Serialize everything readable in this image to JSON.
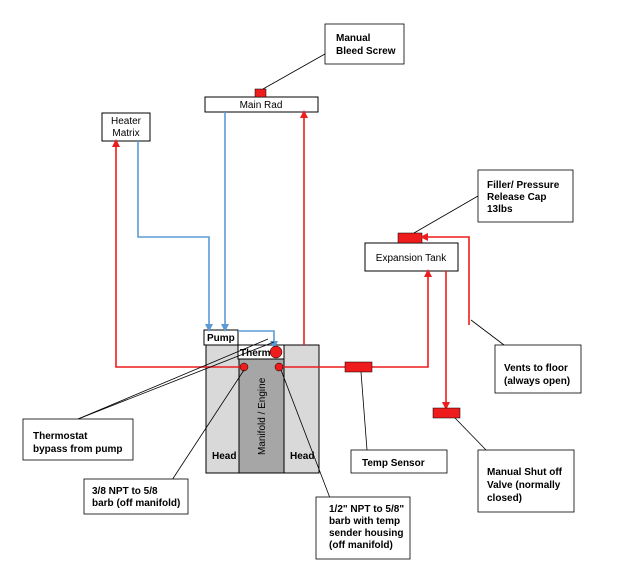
{
  "components": {
    "main_rad": "Main Rad",
    "heater_matrix": [
      "Heater",
      "Matrix"
    ],
    "expansion_tank": "Expansion Tank",
    "pump": "Pump",
    "therm": "Therm",
    "manifold_engine": "Manifold / Engine",
    "head_left": "Head",
    "head_right": "Head"
  },
  "callouts": {
    "bleed_screw": [
      "Manual",
      "Bleed Screw"
    ],
    "filler_cap": [
      "Filler/ Pressure",
      "Release Cap",
      "13lbs"
    ],
    "vents_to_floor": [
      "Vents to floor",
      "(always open)"
    ],
    "thermostat_bypass": [
      "Thermostat",
      "bypass from pump"
    ],
    "npt_3_8": [
      "3/8 NPT to 5/8",
      "barb (off manifold)"
    ],
    "npt_1_2": [
      "1/2\" NPT to 5/8\"",
      "barb with temp",
      "sender housing",
      "(off manifold)"
    ],
    "temp_sensor": "Temp Sensor",
    "shutoff_valve": [
      "Manual Shut off",
      "Valve (normally",
      "closed)"
    ]
  },
  "colors": {
    "hot_line": "#ee1c1c",
    "cold_line": "#5b9bd5",
    "fitting": "#ee1c1c",
    "head_fill": "#d9d9d9",
    "manifold_fill": "#a6a6a6"
  }
}
